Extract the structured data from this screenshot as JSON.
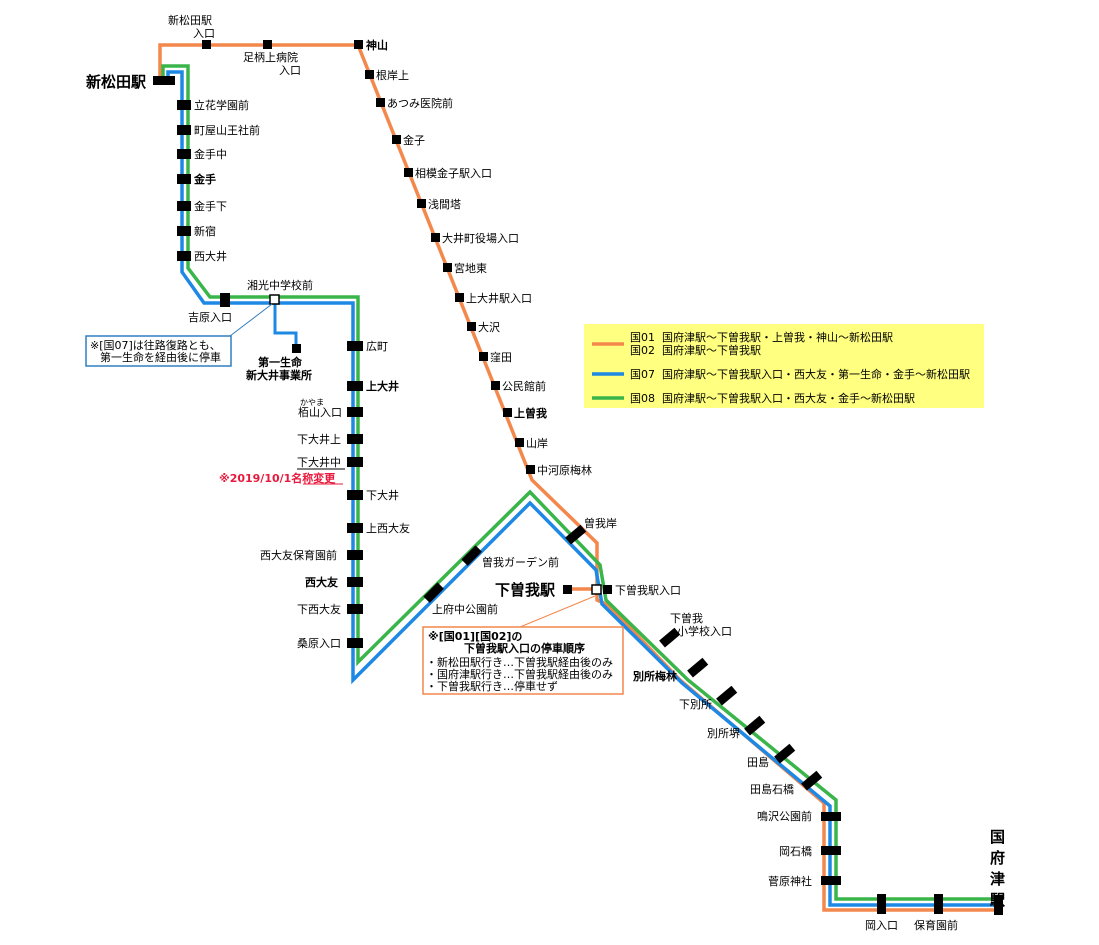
{
  "colors": {
    "orange": "#f4874b",
    "blue": "#1e88e5",
    "green": "#3ab54a",
    "legend_bg": "#ffff80",
    "note_blue": "#2f7fc1",
    "note_orange": "#f4874b",
    "red_note": "#e8193c"
  },
  "terminals": {
    "shinmatsuda": "新松田駅",
    "shimosoga": "下曽我駅",
    "kozu": "国府津駅"
  },
  "stops": {
    "shinmatsuda_iriguchi_1": "新松田駅",
    "shinmatsuda_iriguchi_2": "入口",
    "ashigara_hosp_1": "足柄上病院",
    "ashigara_hosp_2": "入口",
    "kamiyama": "神山",
    "negishikami": "根岸上",
    "atsumi": "あつみ医院前",
    "kaneko": "金子",
    "sagami_kaneko": "相模金子駅入口",
    "asamato": "浅間塔",
    "oimachi": "大井町役場入口",
    "miyachihigashi": "宮地東",
    "kamioi": "上大井駅入口",
    "osawa": "大沢",
    "kubota": "窪田",
    "kominkan": "公民館前",
    "kamisoga": "上曽我",
    "yamagishi": "山岸",
    "nakagawara": "中河原梅林",
    "tachibana": "立花学園前",
    "machiya": "町屋山王社前",
    "kanedenaka": "金手中",
    "kanede": "金手",
    "kanedeshita": "金手下",
    "shinshuku": "新宿",
    "nishioi": "西大井",
    "shoko": "湘光中学校前",
    "yoshiwara": "吉原入口",
    "daiichi_1": "第一生命",
    "daiichi_2": "新大井事業所",
    "hiromachi": "広町",
    "kamioi2": "上大井",
    "kayama_ruby": "かやま",
    "kayama": "栢山入口",
    "shimooikami": "下大井上",
    "shimooinaka": "下大井中",
    "shimooi": "下大井",
    "kaminishiotomo": "上西大友",
    "nishiotomo_hoiku": "西大友保育園前",
    "nishiotomo": "西大友",
    "shimonishiotomo": "下西大友",
    "kuwahara": "桑原入口",
    "sogagishi": "曽我岸",
    "soga_garden": "曽我ガーデン前",
    "kamifunaka": "上府中公園前",
    "shimosoga_iriguchi": "下曽我駅入口",
    "shimosoga_sho_1": "下曽我",
    "shimosoga_sho_2": "小学校入口",
    "bessho_bairin": "別所梅林",
    "shimobessho": "下別所",
    "besshosakai": "別所堺",
    "tajima": "田島",
    "tajima_ishibashi": "田島石橋",
    "narusawa": "鳴沢公園前",
    "okaishibashi": "岡石橋",
    "sugawara": "菅原神社",
    "oka_iriguchi": "岡入口",
    "hoikuen": "保育園前"
  },
  "notes": {
    "kuni07_1": "※[国07]は往路復路とも、",
    "kuni07_2": "第一生命を経由後に停車",
    "rename": "※2019/10/1名称変更",
    "order_title_1": "※[国01][国02]の",
    "order_title_2": "下曽我駅入口の停車順序",
    "order_1": "・新松田駅行き…下曽我駅経由後のみ",
    "order_2": "・国府津駅行き…下曽我駅経由後のみ",
    "order_3": "・下曽我駅行き…停車せず"
  },
  "legend": [
    {
      "color": "orange",
      "code1": "国01",
      "text1": "国府津駅～下曽我駅・上曽我・神山～新松田駅",
      "code2": "国02",
      "text2": "国府津駅～下曽我駅"
    },
    {
      "color": "blue",
      "code1": "国07",
      "text1": "国府津駅～下曽我駅入口・西大友・第一生命・金手～新松田駅"
    },
    {
      "color": "green",
      "code1": "国08",
      "text1": "国府津駅～下曽我駅入口・西大友・金手～新松田駅"
    }
  ]
}
